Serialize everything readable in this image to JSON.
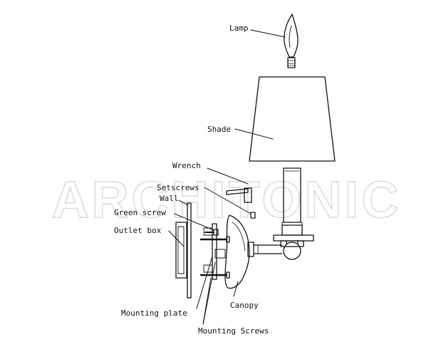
{
  "labels": {
    "lamp": "Lamp",
    "shade": "Shade",
    "wrench": "Wrench",
    "setscrews": "Setscrews",
    "wall": "Wall",
    "green_screw": "Green screw",
    "outlet_box": "Outlet box",
    "canopy": "Canopy",
    "mounting_plate": "Mounting plate",
    "mounting_screws": "Mounting Screws"
  },
  "watermark": "ARCHITONIC"
}
